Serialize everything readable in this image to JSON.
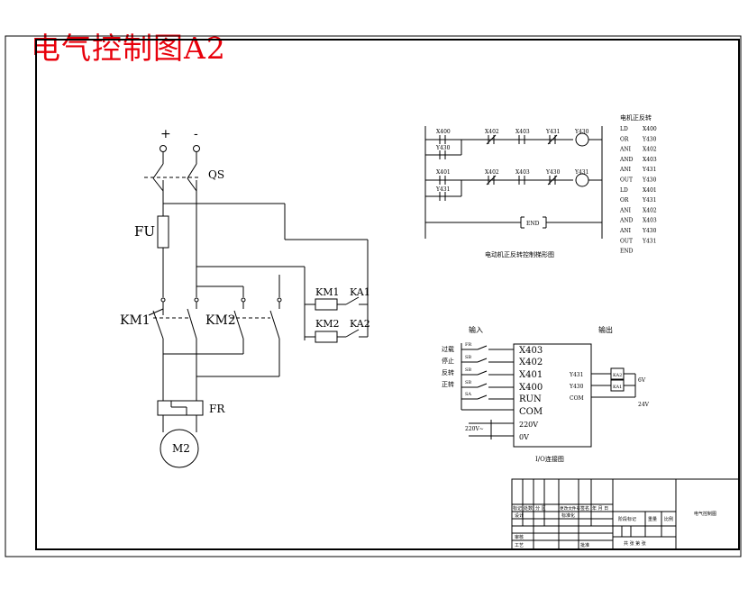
{
  "title": "电气控制图A2",
  "power": {
    "plus": "+",
    "minus": "-",
    "qs": "QS",
    "fu": "FU",
    "km1": "KM1",
    "km2": "KM2",
    "fr": "FR",
    "motor": "M2"
  },
  "control": {
    "km1": "KM1",
    "km2": "KM2",
    "ka1": "KA1",
    "ka2": "KA2"
  },
  "ladder": {
    "contacts": [
      "X400",
      "X402",
      "X403",
      "Y431",
      "Y430",
      "Y430",
      "X401",
      "X402",
      "X403",
      "Y430",
      "Y431",
      "Y431"
    ],
    "end": "END",
    "caption": "电动机正反转控制梯形图"
  },
  "program": {
    "title": "电机正反转",
    "rows": [
      [
        "LD",
        "X400"
      ],
      [
        "OR",
        "Y430"
      ],
      [
        "ANI",
        "X402"
      ],
      [
        "AND",
        "X403"
      ],
      [
        "ANI",
        "Y431"
      ],
      [
        "OUT",
        "Y430"
      ],
      [
        "LD",
        "X401"
      ],
      [
        "OR",
        "Y431"
      ],
      [
        "ANI",
        "X402"
      ],
      [
        "AND",
        "X403"
      ],
      [
        "ANI",
        "Y430"
      ],
      [
        "OUT",
        "Y431"
      ],
      [
        "END",
        ""
      ]
    ]
  },
  "io": {
    "input_title": "输入",
    "output_title": "输出",
    "labels": [
      "过载",
      "停止",
      "反转",
      "正转"
    ],
    "switches": [
      "FR",
      "SB",
      "SB",
      "SB",
      "SA"
    ],
    "plc_inputs": [
      "X403",
      "X402",
      "X401",
      "X400",
      "RUN",
      "COM",
      "220V",
      "0V"
    ],
    "plc_outputs": [
      "Y431",
      "Y430",
      "COM"
    ],
    "relays": [
      "KA2",
      "KA1"
    ],
    "supply": "220V~",
    "out_v1": "6V",
    "out_v2": "24V",
    "caption": "I/O连接图"
  },
  "titleblock": {
    "row_heads": [
      "标记",
      "处数",
      "分 区",
      "更改文件号",
      "签名",
      "年 月 日"
    ],
    "design": "设计",
    "standard": "标准化",
    "check": "审核",
    "process": "工艺",
    "approve": "批准",
    "stage": "阶段标记",
    "weight": "重量",
    "scale": "比例",
    "sheets": "共  张    第  张",
    "name": "电气控制图"
  }
}
